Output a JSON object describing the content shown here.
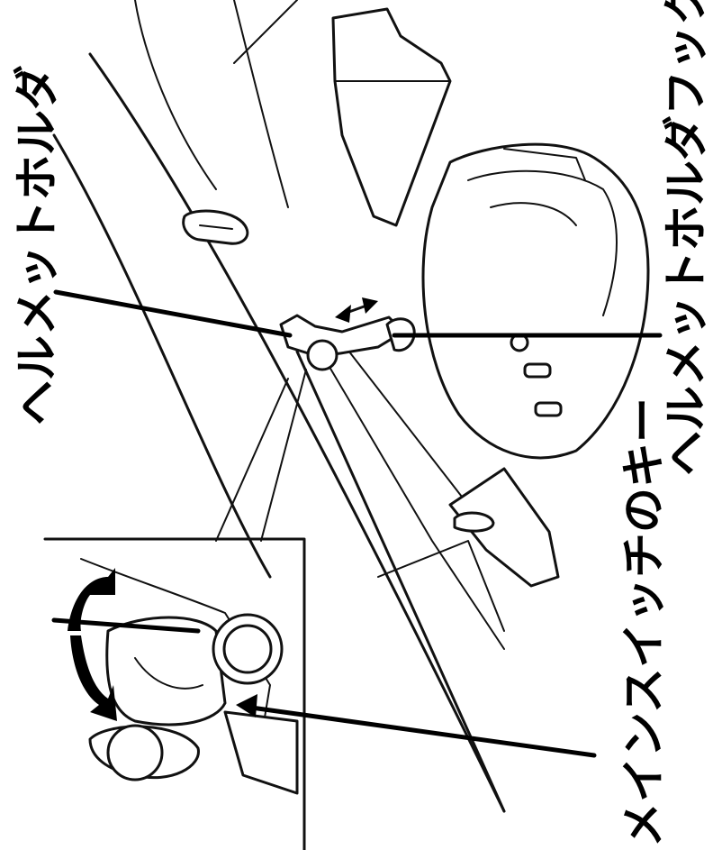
{
  "labels": {
    "helmet_holder": "ヘルメットホルダ",
    "helmet_holder_hook": "ヘルメットホルダフック",
    "main_switch_key": "メインスイッチのキー"
  }
}
